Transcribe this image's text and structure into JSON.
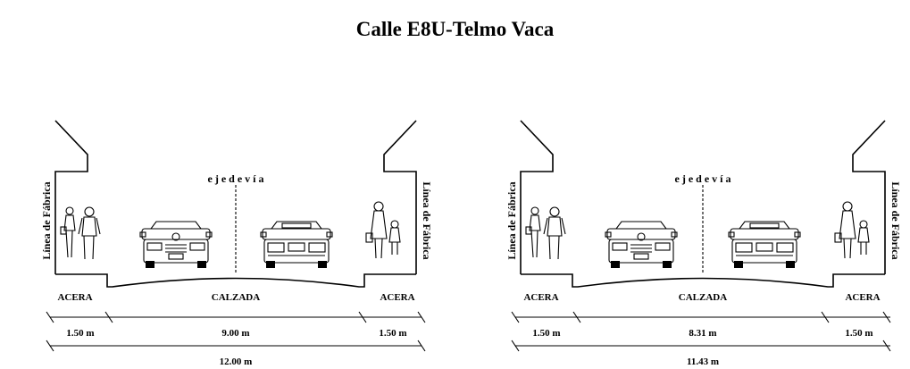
{
  "title": "Calle E8U-Telmo Vaca",
  "sections": [
    {
      "axis_label": "e j e  d e  v í a",
      "building_line_left": "Línea de Fábrica",
      "building_line_right": "Línea de Fábrica",
      "labels": {
        "sidewalk_left": "ACERA",
        "roadway": "CALZADA",
        "sidewalk_right": "ACERA"
      },
      "dimensions": {
        "sidewalk_left": "1.50 m",
        "roadway": "9.00 m",
        "sidewalk_right": "1.50 m",
        "total": "12.00 m"
      }
    },
    {
      "axis_label": "e j e  d e  v í a",
      "building_line_left": "Línea de Fábrica",
      "building_line_right": "Línea de Fábrica",
      "labels": {
        "sidewalk_left": "ACERA",
        "roadway": "CALZADA",
        "sidewalk_right": "ACERA"
      },
      "dimensions": {
        "sidewalk_left": "1.50 m",
        "roadway": "8.31 m",
        "sidewalk_right": "1.50 m",
        "total": "11.43 m"
      }
    }
  ],
  "icons": [
    "pedestrian-pair-icon",
    "car-front-icon",
    "car-rear-icon",
    "woman-child-icon"
  ]
}
